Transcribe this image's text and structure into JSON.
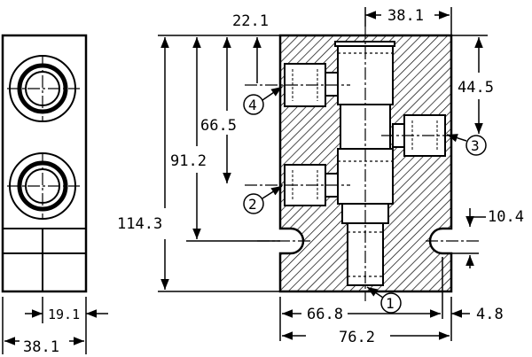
{
  "dimensions": {
    "d_38_1_top": "38.1",
    "d_22_1": "22.1",
    "d_44_5": "44.5",
    "d_66_5": "66.5",
    "d_91_2": "91.2",
    "d_114_3": "114.3",
    "d_10_4": "10.4",
    "d_66_8": "66.8",
    "d_4_8": "4.8",
    "d_76_2": "76.2",
    "d_19_1": "19.1",
    "d_38_1_bottom": "38.1"
  },
  "ports": {
    "p1": "1",
    "p2": "2",
    "p3": "3",
    "p4": "4"
  }
}
